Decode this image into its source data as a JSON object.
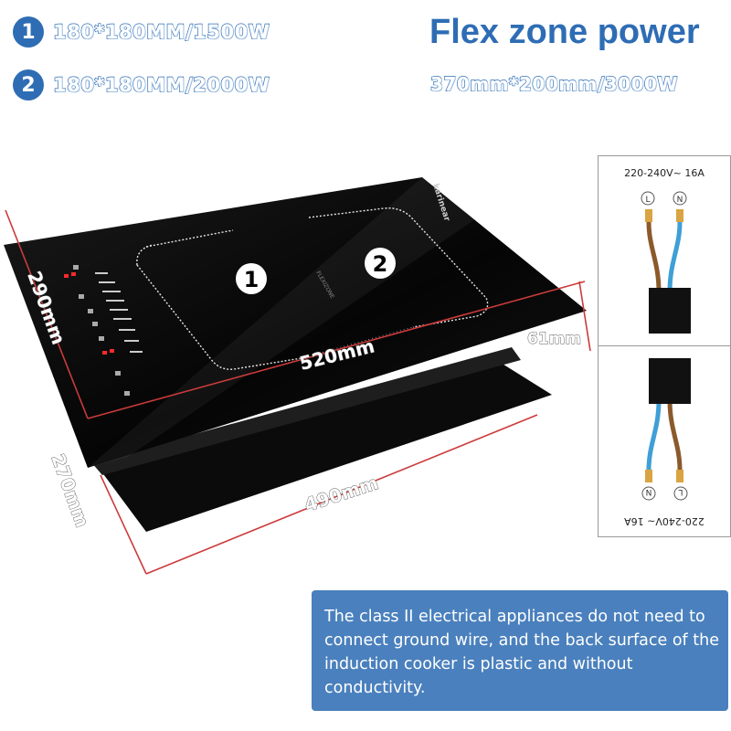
{
  "specs": [
    {
      "number": "1",
      "text": "180*180MM/1500W"
    },
    {
      "number": "2",
      "text": "180*180MM/2000W"
    }
  ],
  "flex_zone": {
    "title": "Flex zone power",
    "subtitle": "370mm*200mm/3000W"
  },
  "cooktop": {
    "brand": "karinear",
    "zone_labels": [
      "1",
      "2"
    ],
    "flex_mark": "FLEXIZONE",
    "dimensions": {
      "width": "520mm",
      "depth": "290mm",
      "height": "61mm",
      "cutout_width": "490mm",
      "cutout_depth": "270mm"
    }
  },
  "wiring": {
    "voltage": "220-240V~ 16A",
    "live": "L",
    "neutral": "N",
    "colors": {
      "live": "#8b5a2b",
      "neutral": "#3f9fd6",
      "terminal": "#d9a441",
      "block": "#111111"
    }
  },
  "note": "The class II electrical appliances do not need to connect ground wire, and the back surface of the induction cooker is plastic and without conductivity.",
  "colors": {
    "accent": "#2e6db4",
    "dimension_line": "#cc3b3b",
    "note_bg": "#4a80bd"
  }
}
